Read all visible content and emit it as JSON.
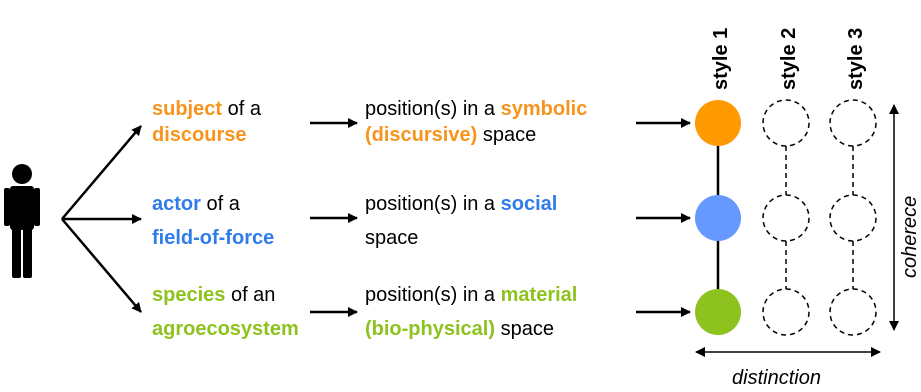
{
  "colors": {
    "orange": "#F7941D",
    "blue": "#2F7DEB",
    "green": "#8DC21F",
    "circle_orange": "#FF9900",
    "circle_blue": "#6699FF",
    "circle_green": "#8DC21F",
    "black": "#000000"
  },
  "icons": {
    "person": "person-icon"
  },
  "roles": [
    {
      "key": "subject",
      "line1": {
        "keyword": "subject",
        "rest": " of a"
      },
      "line2": "discourse"
    },
    {
      "key": "actor",
      "line1": {
        "keyword": "actor",
        "rest": " of a"
      },
      "line2": "field-of-force"
    },
    {
      "key": "species",
      "line1": {
        "keyword": "species",
        "rest": " of an"
      },
      "line2": "agroecosystem"
    }
  ],
  "spaces": [
    {
      "line1": {
        "prefix": "position(s) in a ",
        "keyword": "symbolic"
      },
      "line2": {
        "keyword": "(discursive)",
        "suffix": " space"
      }
    },
    {
      "line1": {
        "prefix": "position(s) in a ",
        "keyword": "social"
      },
      "line2": {
        "keyword": "",
        "suffix": "space"
      }
    },
    {
      "line1": {
        "prefix": "position(s) in a ",
        "keyword": "material"
      },
      "line2": {
        "keyword": "(bio-physical)",
        "suffix": " space"
      }
    }
  ],
  "styles": [
    "style 1",
    "style 2",
    "style 3"
  ],
  "axes": {
    "vertical": "coherece",
    "horizontal": "distinction"
  }
}
